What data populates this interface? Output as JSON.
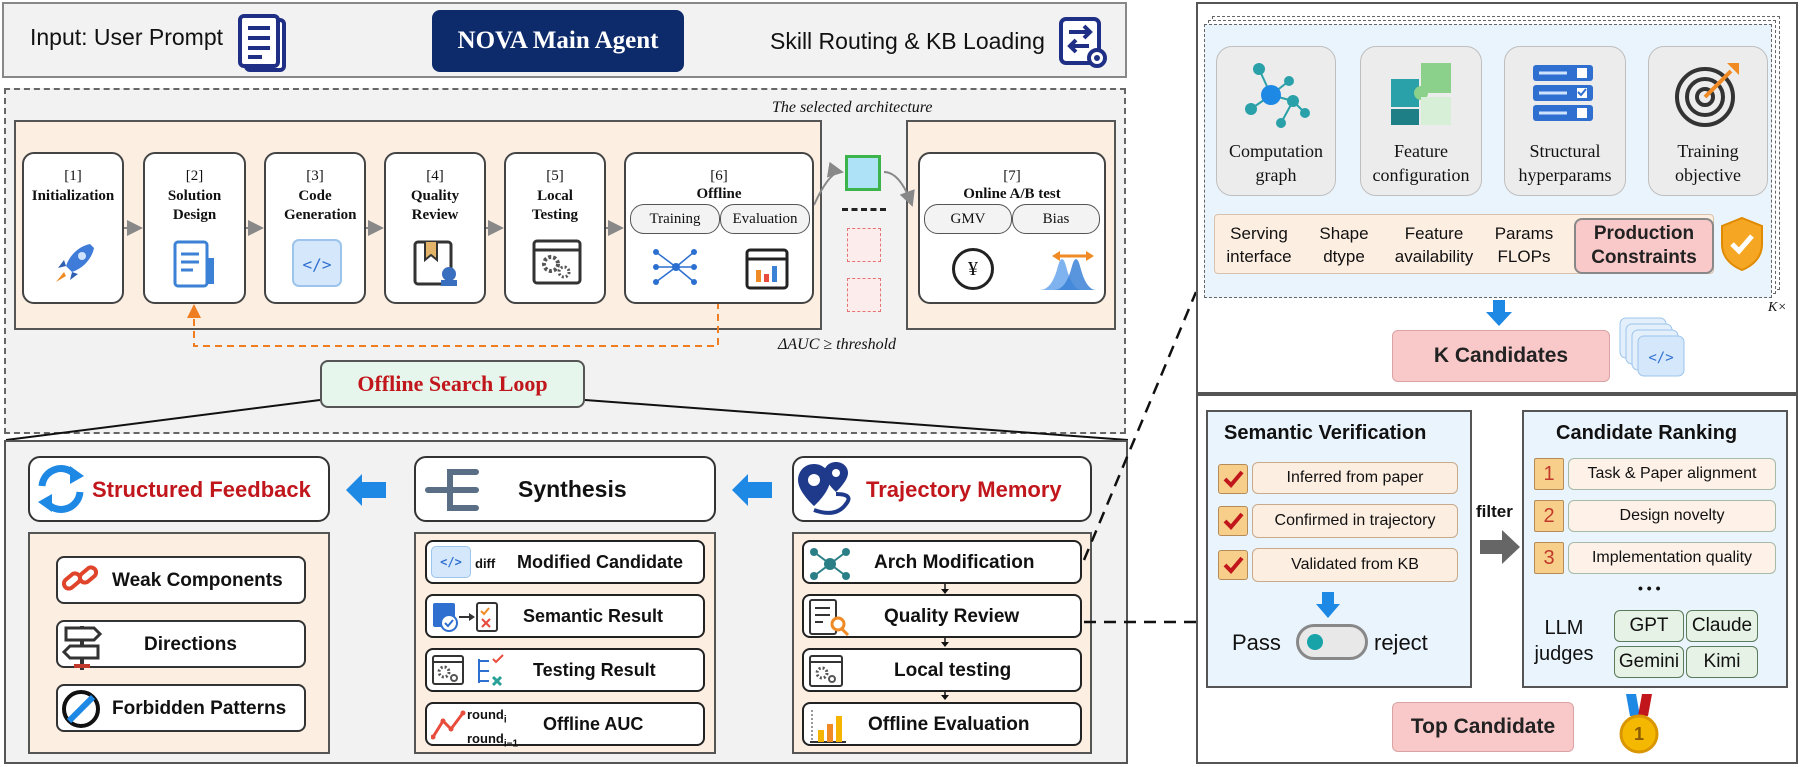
{
  "header": {
    "input_label": "Input: User Prompt",
    "main_agent": "NOVA Main Agent",
    "routing_label": "Skill Routing & KB Loading"
  },
  "search": {
    "architecture_caption": "The selected architecture",
    "threshold_caption": "ΔAUC ≥ threshold",
    "loop_label": "Offline Search Loop",
    "steps": [
      {
        "num": "[1]",
        "title": "Initialization"
      },
      {
        "num": "[2]",
        "title": "Solution Design"
      },
      {
        "num": "[3]",
        "title": "Code Generation"
      },
      {
        "num": "[4]",
        "title": "Quality Review"
      },
      {
        "num": "[5]",
        "title": "Local Testing"
      },
      {
        "num": "[6]",
        "title": "Offline",
        "sub": [
          "Training",
          "Evaluation"
        ]
      }
    ],
    "online": {
      "num": "[7]",
      "title": "Online A/B test",
      "sub": [
        "GMV",
        "Bias"
      ],
      "currency_symbol": "¥"
    }
  },
  "loop": {
    "feedback": {
      "title": "Structured Feedback",
      "items": [
        "Weak Components",
        "Directions",
        "Forbidden Patterns"
      ]
    },
    "synthesis": {
      "title": "Synthesis",
      "diff_label": "diff",
      "round_label": "round",
      "round_sub_i": "i",
      "round_sub_i1": "i−1",
      "items": [
        "Modified Candidate",
        "Semantic Result",
        "Testing Result",
        "Offline AUC"
      ]
    },
    "memory": {
      "title": "Trajectory Memory",
      "items": [
        "Arch Modification",
        "Quality Review",
        "Local testing",
        "Offline Evaluation"
      ]
    }
  },
  "candidates": {
    "cards": [
      {
        "line1": "Computation",
        "line2": "graph"
      },
      {
        "line1": "Feature",
        "line2": "configuration"
      },
      {
        "line1": "Structural",
        "line2": "hyperparams"
      },
      {
        "line1": "Training",
        "line2": "objective"
      }
    ],
    "constraints": [
      {
        "line1": "Serving",
        "line2": "interface"
      },
      {
        "line1": "Shape",
        "line2": "dtype"
      },
      {
        "line1": "Feature",
        "line2": "availability"
      },
      {
        "line1": "Params",
        "line2": "FLOPs"
      }
    ],
    "production": {
      "line1": "Production",
      "line2": "Constraints"
    },
    "k_times": "K×",
    "k_candidates": "K Candidates"
  },
  "verification": {
    "title": "Semantic Verification",
    "items": [
      "Inferred from paper",
      "Confirmed in trajectory",
      "Validated from KB"
    ],
    "pass": "Pass",
    "reject": "reject",
    "filter": "filter"
  },
  "ranking": {
    "title": "Candidate Ranking",
    "items": [
      {
        "num": "1",
        "label": "Task & Paper alignment"
      },
      {
        "num": "2",
        "label": "Design novelty"
      },
      {
        "num": "3",
        "label": "Implementation quality"
      }
    ],
    "ellipsis": "• • •",
    "judges_label_1": "LLM",
    "judges_label_2": "judges",
    "judges": [
      "GPT",
      "Claude",
      "Gemini",
      "Kimi"
    ]
  },
  "top": {
    "label": "Top Candidate",
    "medal_num": "1"
  },
  "colors": {
    "navy": "#0d2a6b",
    "red": "#c0161c",
    "blue": "#1e88e5",
    "peach": "#fdeee2",
    "pink": "#f9c9c9"
  }
}
